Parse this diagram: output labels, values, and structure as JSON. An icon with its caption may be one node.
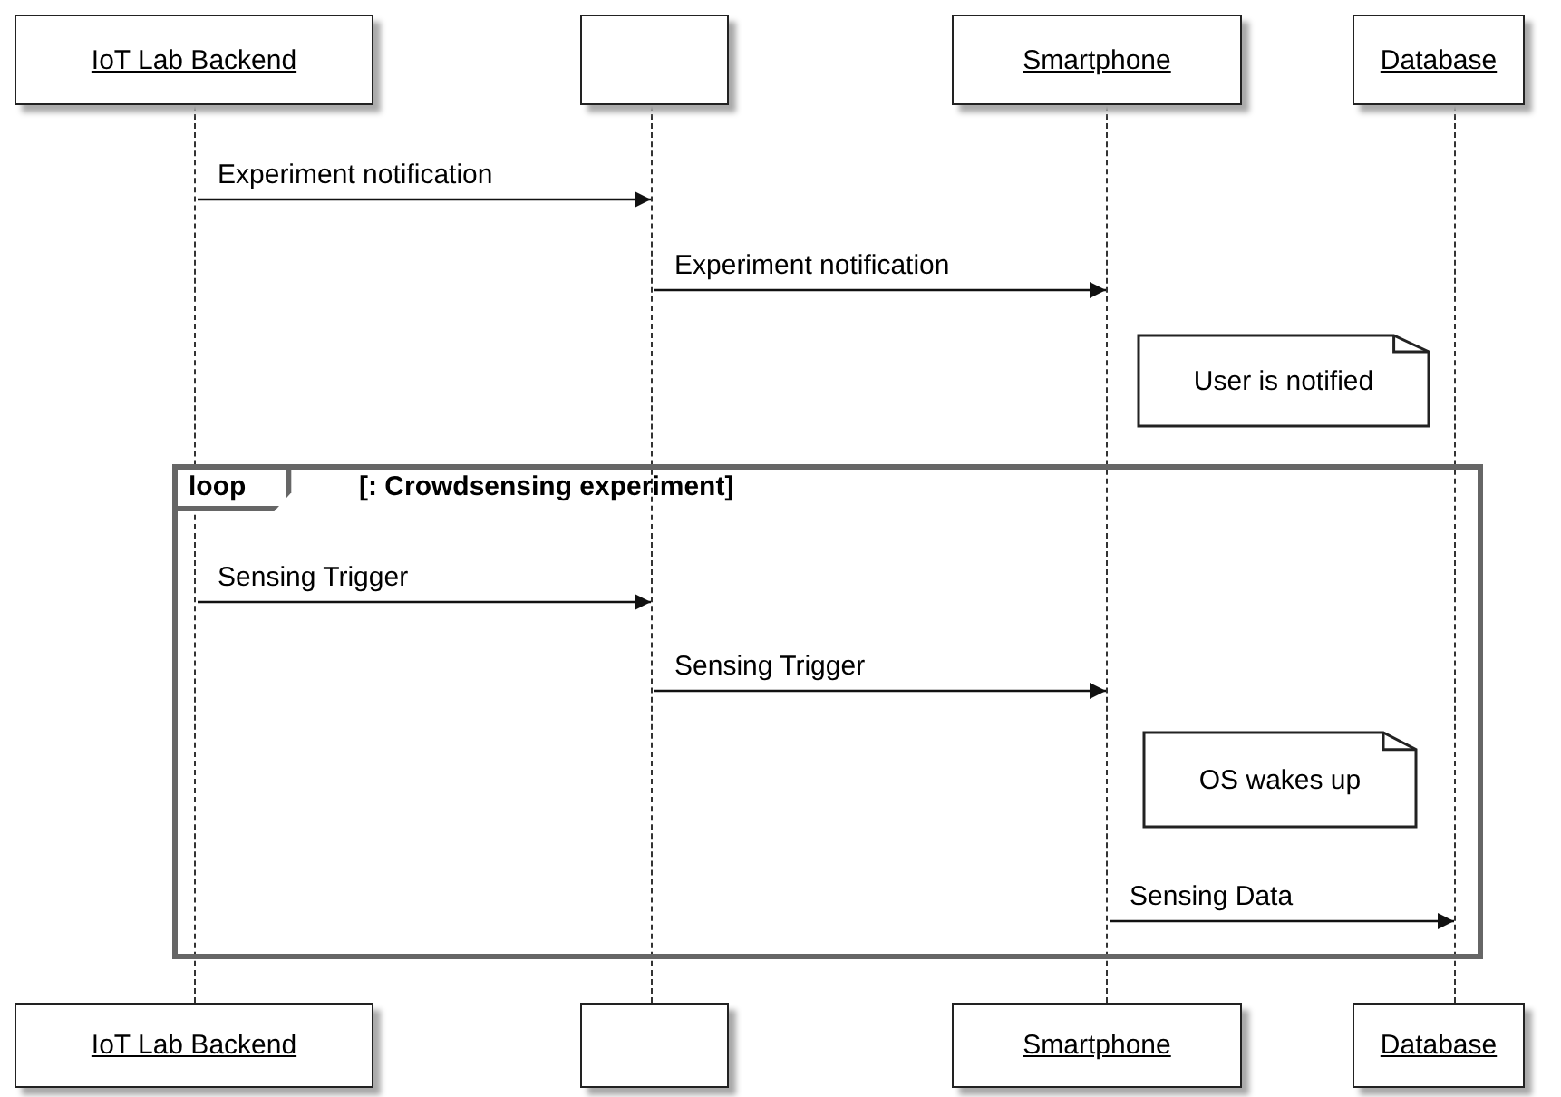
{
  "diagram": {
    "nodes": [
      {
        "text": [
          "IoT Lab Backend"
        ]
      },
      {
        "text": [],
        "shape": "box"
      },
      {
        "text": [
          "Smartphone"
        ]
      },
      {
        "text": [
          "Database"
        ]
      },
      {
        "text": [
          "User is notified"
        ]
      },
      {
        "text": [
          "loop",
          "[: Crowdsensing experiment]"
        ]
      },
      {
        "text": [
          "OS wakes up"
        ],
        "in": 5
      },
      {
        "text": [
          "IoT Lab Backend"
        ]
      },
      {
        "text": [],
        "shape": "box"
      },
      {
        "text": [
          "Smartphone"
        ]
      },
      {
        "text": [
          "Database"
        ]
      },
      {
        "text": [],
        "shape": "bar"
      },
      {
        "text": [],
        "shape": "bar"
      },
      {
        "text": [],
        "shape": "bar"
      },
      {
        "text": [],
        "shape": "bar"
      }
    ],
    "edges": [
      {
        "from": 11,
        "to": 12,
        "arrow": "to",
        "label": "Experiment notification"
      },
      {
        "from": 12,
        "to": 13,
        "arrow": "to",
        "label": "Experiment notification"
      },
      {
        "from": 11,
        "to": 12,
        "arrow": "to",
        "label": "Sensing Trigger"
      },
      {
        "from": 12,
        "to": 13,
        "arrow": "to",
        "label": "Sensing Trigger"
      },
      {
        "from": 13,
        "to": 14,
        "arrow": "to",
        "label": "Sensing Data"
      }
    ]
  }
}
